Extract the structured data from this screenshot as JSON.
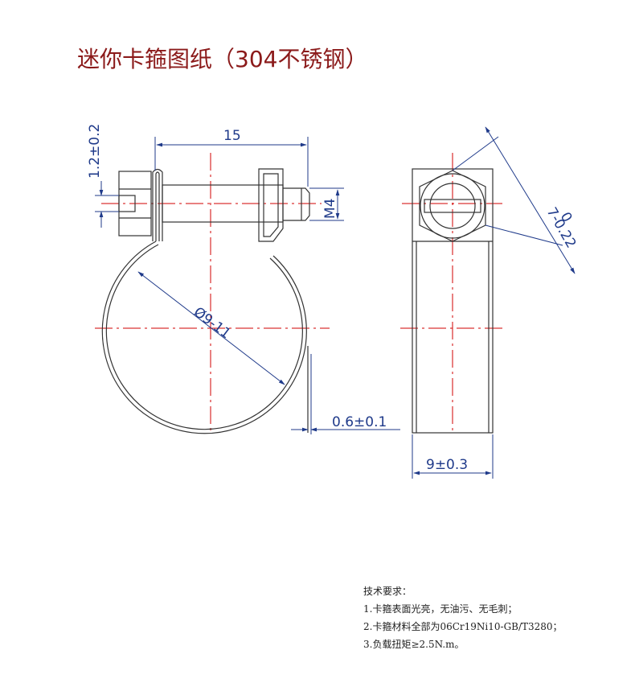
{
  "title": "迷你卡箍图纸（304不锈钢）",
  "dimensions": {
    "width_15": "15",
    "thickness_1_2": "1.2±0.2",
    "thread_m4": "M4",
    "diameter": "Ø9-11",
    "band_thickness": "0.6±0.1",
    "bolt_range_top": "0",
    "bolt_range_bottom": "7-0.22",
    "band_width": "9±0.3"
  },
  "notes": {
    "heading": "技术要求：",
    "items": [
      "1.卡箍表面光亮，无油污、无毛刺；",
      "2.卡箍材料全部为06Cr19Ni10-GB/T3280；",
      "3.负载扭矩≥2.5N.m。"
    ]
  },
  "colors": {
    "title": "#8b1a1a",
    "centerline": "#d00000",
    "outline": "#333333",
    "dimension": "#1f3a8a"
  }
}
